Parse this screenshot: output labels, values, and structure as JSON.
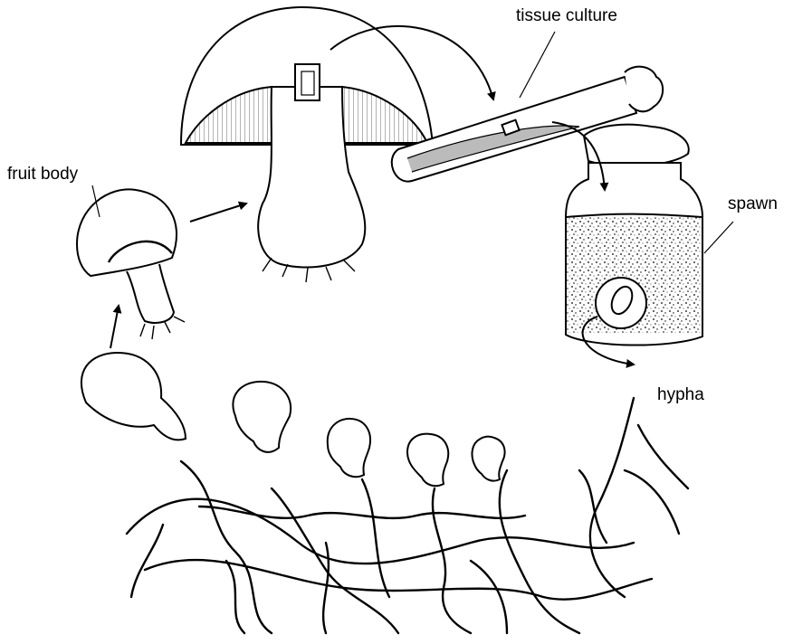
{
  "labels": {
    "tissue_culture": "tissue culture",
    "fruit_body": "fruit body",
    "spawn": "spawn",
    "hypha": "hypha"
  },
  "colors": {
    "ink": "#000000",
    "paper": "#ffffff",
    "shade": "#8a8a8a"
  },
  "icons": {
    "mature_mushroom": "mushroom-cross-section-icon",
    "young_mushroom": "young-mushroom-icon",
    "test_tube": "test-tube-icon",
    "spawn_jar": "spawn-jar-icon",
    "mycelium": "mycelium-network-icon"
  }
}
